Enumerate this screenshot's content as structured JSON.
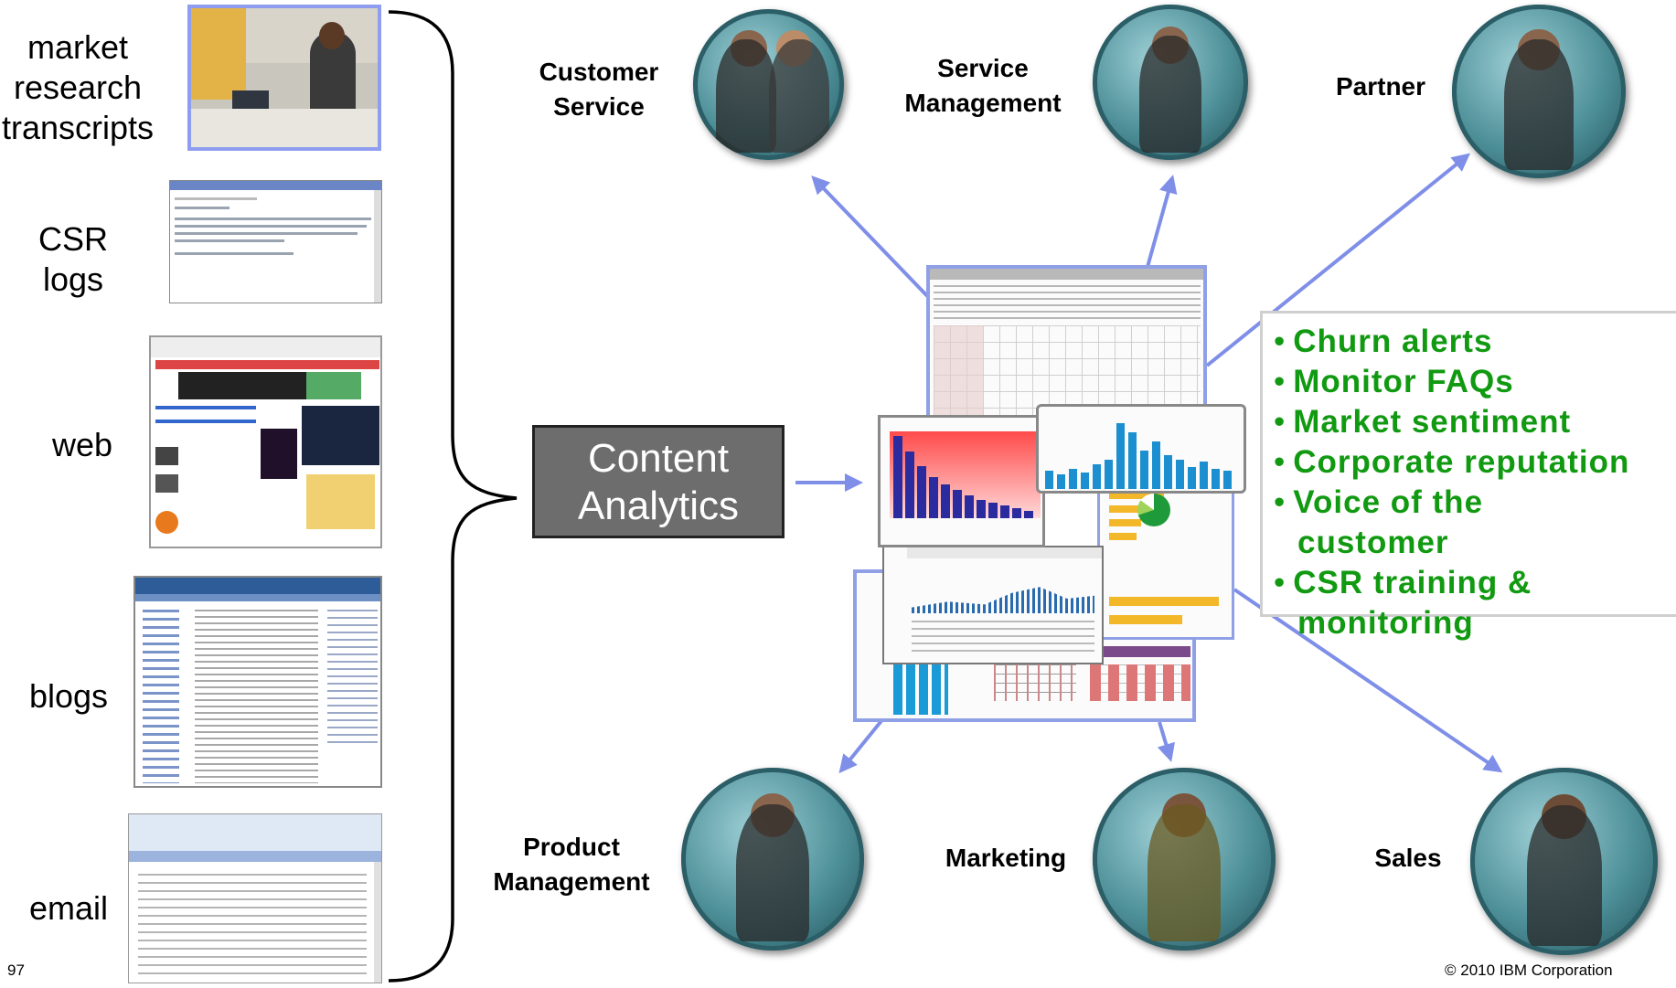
{
  "sources": [
    {
      "label": "market\nresearch\ntranscripts"
    },
    {
      "label": "CSR\nlogs"
    },
    {
      "label": "web"
    },
    {
      "label": "blogs"
    },
    {
      "label": "email"
    }
  ],
  "center": {
    "label": "Content\nAnalytics"
  },
  "roles": {
    "customer_service": "Customer\nService",
    "service_management": "Service\nManagement",
    "partner": "Partner",
    "product_management": "Product\nManagement",
    "marketing": "Marketing",
    "sales": "Sales"
  },
  "outcomes": [
    "Churn alerts",
    "Monitor FAQs",
    "Market sentiment",
    "Corporate reputation",
    "Voice of the",
    "customer",
    "CSR training &",
    "monitoring"
  ],
  "footer": {
    "page_number": "97",
    "copyright": "© 2010 IBM Corporation"
  },
  "colors": {
    "arrow": "#7f8fe8",
    "outcome_text": "#119a11",
    "ca_box": "#6d6d6d"
  }
}
